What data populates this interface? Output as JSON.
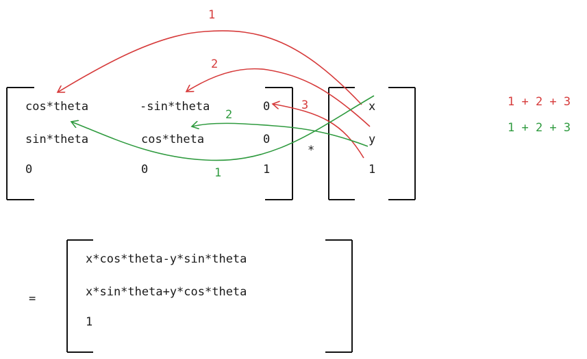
{
  "rotation_matrix": {
    "cells": [
      [
        "cos*theta",
        "-sin*theta",
        "0"
      ],
      [
        "sin*theta",
        "cos*theta",
        "0"
      ],
      [
        "0",
        "0",
        "1"
      ]
    ]
  },
  "multiply_symbol": "*",
  "vector": {
    "cells": [
      "x",
      "y",
      "1"
    ]
  },
  "equals_symbol": "=",
  "result": {
    "cells": [
      "x*cos*theta-y*sin*theta",
      "x*sin*theta+y*cos*theta",
      "1"
    ]
  },
  "arrows": {
    "red": {
      "labels": [
        "1",
        "2",
        "3"
      ],
      "color": "#d63a3a"
    },
    "green": {
      "labels": [
        "1",
        "2"
      ],
      "color": "#2e9a3e"
    }
  },
  "legend": {
    "red_sum": "1 + 2 + 3",
    "green_sum": "1 + 2 + 3"
  }
}
